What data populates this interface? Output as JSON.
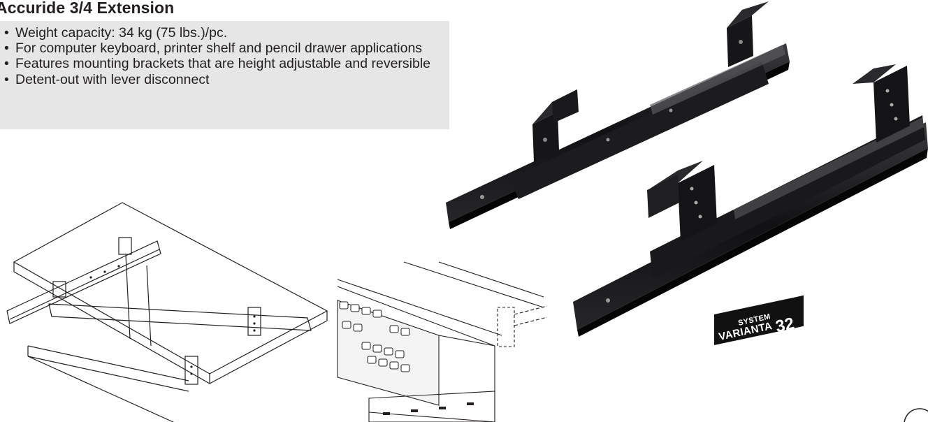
{
  "title": "Accuride 3/4 Extension",
  "features": [
    "Weight capacity: 34 kg (75 lbs.)/pc.",
    "For computer keyboard, printer shelf and pencil drawer applications",
    "Features mounting brackets that are height adjustable and reversible",
    "Detent-out with lever disconnect"
  ],
  "logo": {
    "top": "SYSTEM",
    "bottom": "VARIANTA",
    "number": "32"
  },
  "icons": [
    "drawer-slide-photo",
    "keyboard-tray-illustration",
    "keyboard-drawer-illustration",
    "system-logo"
  ]
}
